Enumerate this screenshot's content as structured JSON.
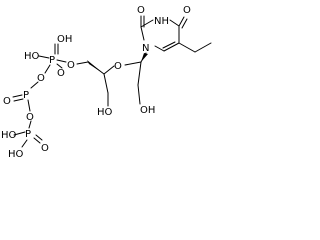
{
  "molecule": {
    "labels": {
      "o_c2": "O",
      "o_c4": "O",
      "nh": "NH",
      "n1": "N",
      "o_ring": "O",
      "o_5p": "O",
      "p_alpha": "P",
      "oh_alpha": "OH",
      "o_alpha_top": "O",
      "ho_alpha": "HO",
      "o_bridge1": "O",
      "p_beta": "P",
      "o_beta": "O",
      "o_bridge2": "O",
      "ho_gamma1": "HO",
      "p_gamma": "P",
      "o_gamma": "O",
      "ho_gamma2": "HO",
      "ho_3p": "HO",
      "oh_2p": "OH"
    }
  }
}
